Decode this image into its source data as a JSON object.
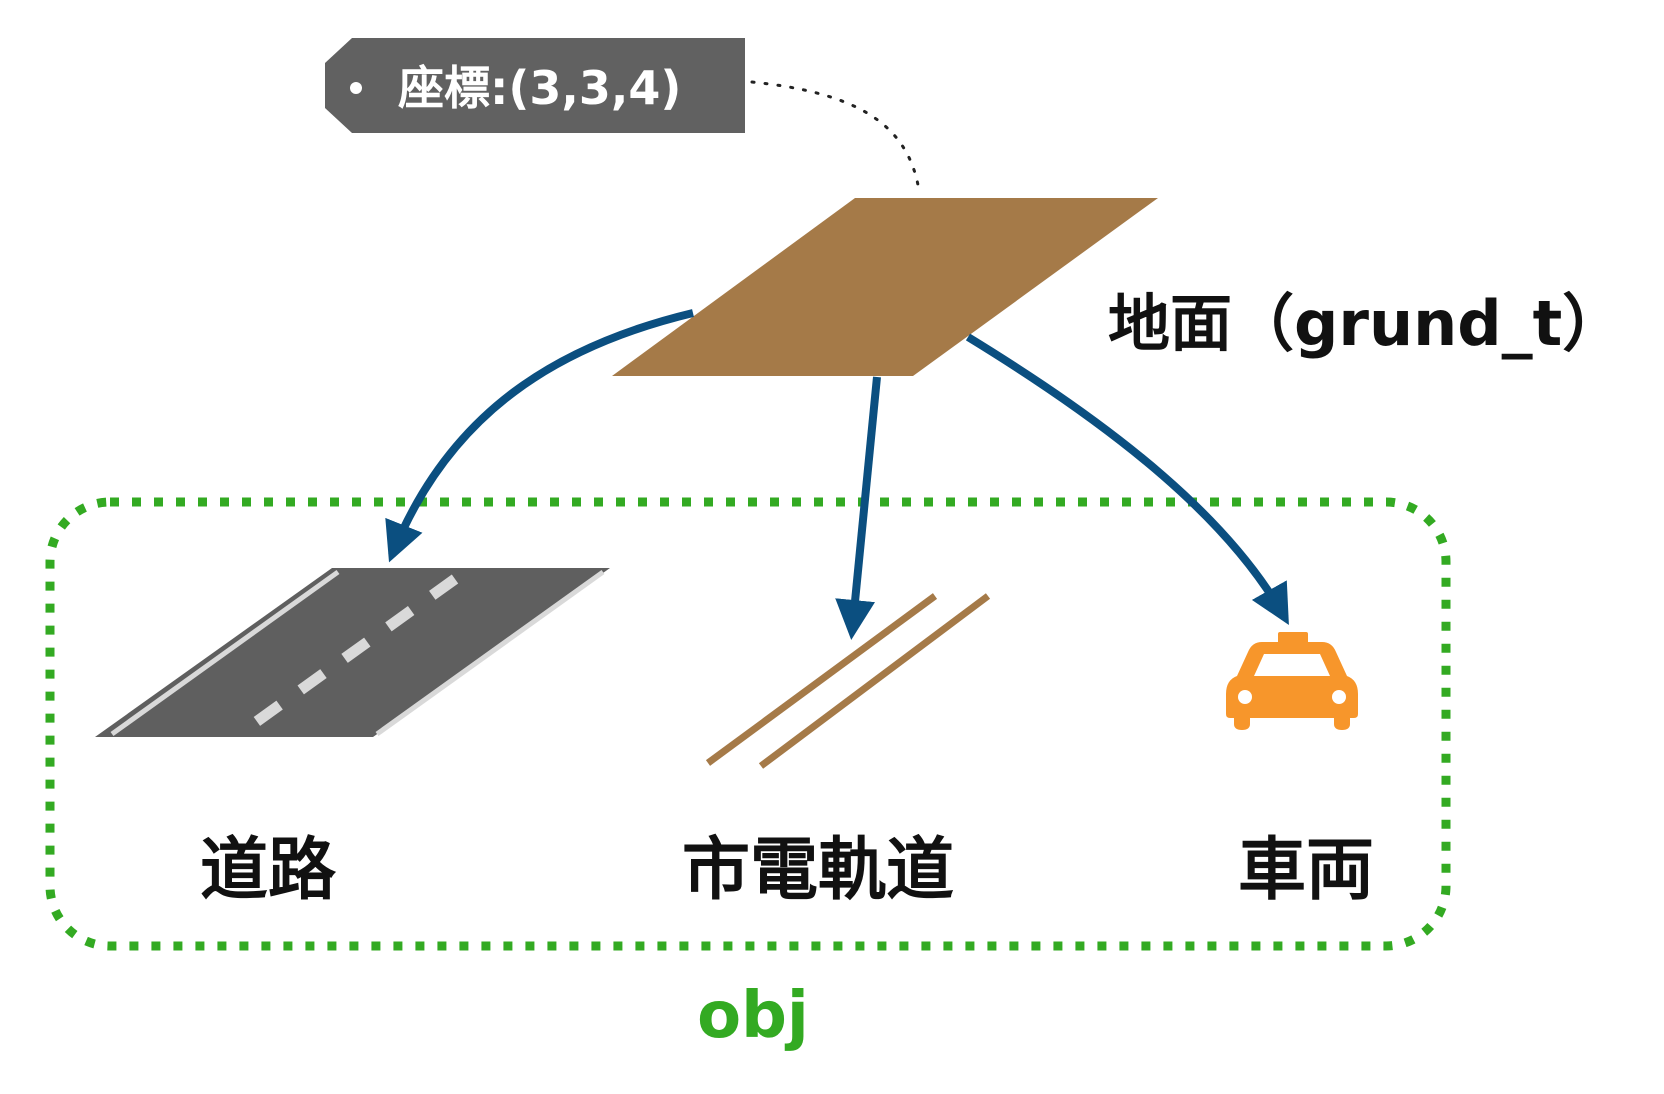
{
  "ground": {
    "label": "地面（grund_t）",
    "color": "#A57A48"
  },
  "coordinate_tag": {
    "text": "座標:(3,3,4)",
    "background": "#616161"
  },
  "group": {
    "label": "obj",
    "color": "#33AA22"
  },
  "children": [
    {
      "id": "road",
      "label": "道路",
      "icon": "road-icon"
    },
    {
      "id": "tram",
      "label": "市電軌道",
      "icon": "tram-track-icon"
    },
    {
      "id": "vehicle",
      "label": "車両",
      "icon": "taxi-icon"
    }
  ],
  "colors": {
    "arrow": "#0B4F80",
    "road": "#5F5F5F",
    "road_marking": "#D9D9D9",
    "track": "#A57A48",
    "taxi": "#F7962B"
  }
}
